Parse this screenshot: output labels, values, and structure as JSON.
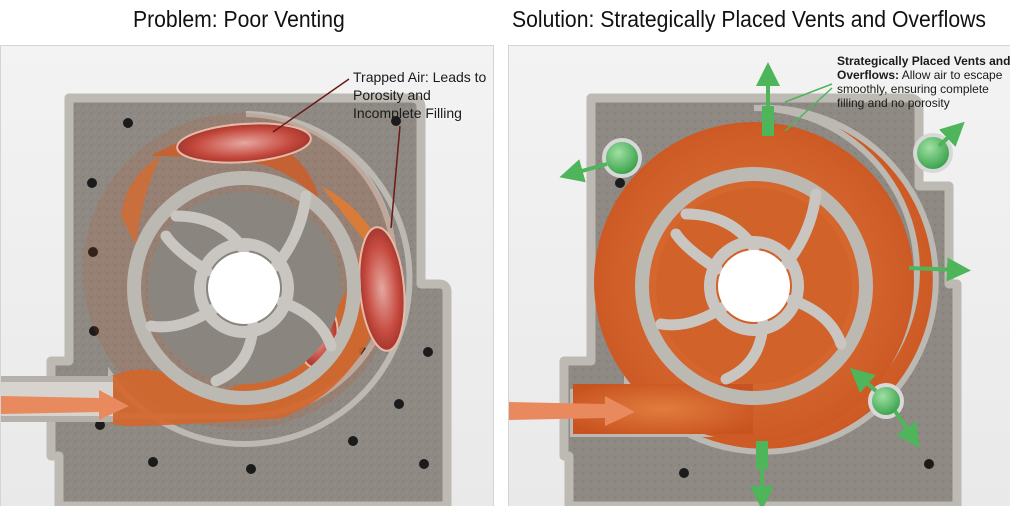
{
  "left_panel": {
    "title": "Problem: Poor Venting",
    "callout": "Trapped Air: Leads to Porosity and Incomplete Filling"
  },
  "right_panel": {
    "title": "Solution: Strategically Placed Vents and Overflows",
    "callout_bold": "Strategically Placed Vents and Overflows:",
    "callout_text": "Allow air to escape smoothly, ensuring complete filling and no porosity"
  },
  "colors": {
    "mold": "#8f8b84",
    "mold_edge": "#b9b6b1",
    "metal": "#d46a2a",
    "air_pocket": "#c64a3f",
    "vent": "#4fb55a",
    "arrow": "#e98a5e"
  }
}
